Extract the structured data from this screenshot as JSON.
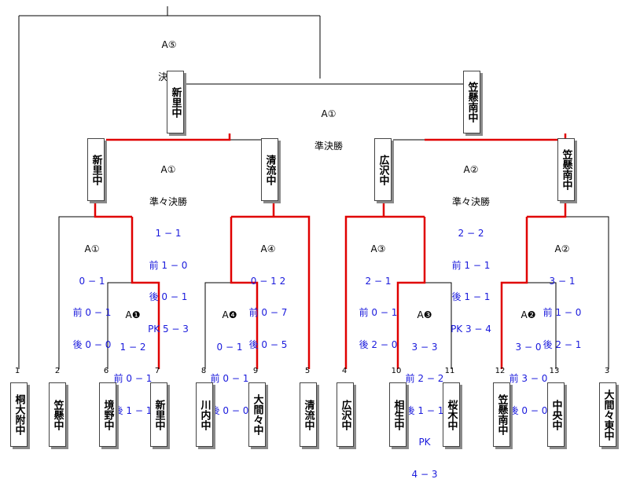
{
  "teams": [
    {
      "seed": "1",
      "name": "桐大附中"
    },
    {
      "seed": "2",
      "name": "笠懸中"
    },
    {
      "seed": "6",
      "name": "境野中"
    },
    {
      "seed": "7",
      "name": "新里中"
    },
    {
      "seed": "8",
      "name": "川内中"
    },
    {
      "seed": "9",
      "name": "大間々中"
    },
    {
      "seed": "5",
      "name": "清流中"
    },
    {
      "seed": "4",
      "name": "広沢中"
    },
    {
      "seed": "10",
      "name": "相生中"
    },
    {
      "seed": "11",
      "name": "桜木中"
    },
    {
      "seed": "12",
      "name": "笠懸南中"
    },
    {
      "seed": "13",
      "name": "中央中"
    },
    {
      "seed": "3",
      "name": "大間々東中"
    }
  ],
  "winners": {
    "qf_left": "新里中",
    "qf_mid_left": "清流中",
    "qf_mid_right": "広沢中",
    "qf_right": "笠懸南中",
    "sf_left": "新里中",
    "sf_right": "笠懸南中"
  },
  "matches": {
    "final": {
      "id": "A⑤",
      "round": "決 勝"
    },
    "semifinal": {
      "id": "A①",
      "round": "準決勝"
    },
    "qf_a1": {
      "id": "A①",
      "round": "準々決勝",
      "total": "1 − 1",
      "first": "前 1 − 0",
      "second": "後 0 − 1",
      "pk": "PK 5 − 3"
    },
    "qf_a2": {
      "id": "A②",
      "round": "準々決勝",
      "total": "2 − 2",
      "first": "前 1 − 1",
      "second": "後 1 − 1",
      "pk": "PK 3 − 4"
    },
    "r2_a1": {
      "id": "A①",
      "total": "0 − 1",
      "first": "前 0 − 1",
      "second": "後 0 − 0"
    },
    "r2_a4": {
      "id": "A④",
      "total": "0 − 1 2",
      "first": "前 0 − 7",
      "second": "後 0 − 5"
    },
    "r2_a3": {
      "id": "A③",
      "total": "2 − 1",
      "first": "前 0 − 1",
      "second": "後 2 − 0"
    },
    "r2_a2": {
      "id": "A②",
      "total": "3 − 1",
      "first": "前 1 − 0",
      "second": "後 2 − 1"
    },
    "r1_a1": {
      "id": "A❶",
      "total": "1 − 2",
      "first": "前 0 − 1",
      "second": "後 1 − 1"
    },
    "r1_a4": {
      "id": "A❹",
      "total": "0 − 1",
      "first": "前 0 − 1",
      "second": "後 0 − 0"
    },
    "r1_a3": {
      "id": "A❸",
      "total": "3 − 3",
      "first": "前 2 − 2",
      "second": "後 1 − 1",
      "pk_label": "PK",
      "pk_score": "4 − 3"
    },
    "r1_a2": {
      "id": "A❷",
      "total": "3 − 0",
      "first": "前 3 − 0",
      "second": "後 0 − 0"
    }
  },
  "colors": {
    "winner_line": "#e00000",
    "line": "#000000",
    "score": "#1a1adc"
  }
}
